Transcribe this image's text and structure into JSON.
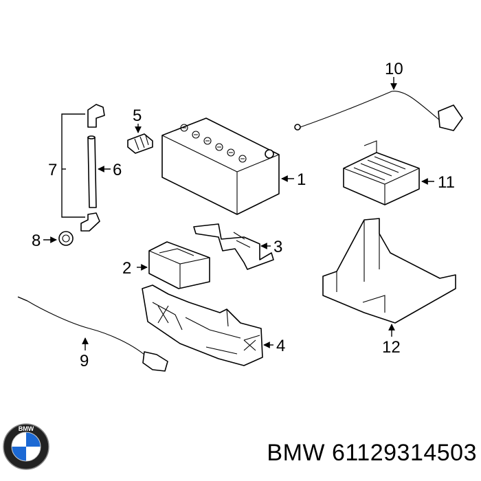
{
  "callouts": [
    "1",
    "2",
    "3",
    "4",
    "5",
    "6",
    "7",
    "8",
    "9",
    "10",
    "11",
    "12"
  ],
  "caption": {
    "brand": "BMW",
    "part_number": "61129314503"
  },
  "logo": {
    "text": "BMW",
    "colors": {
      "blue": "#1c69d4",
      "ring": "#222222",
      "white": "#ffffff"
    }
  }
}
